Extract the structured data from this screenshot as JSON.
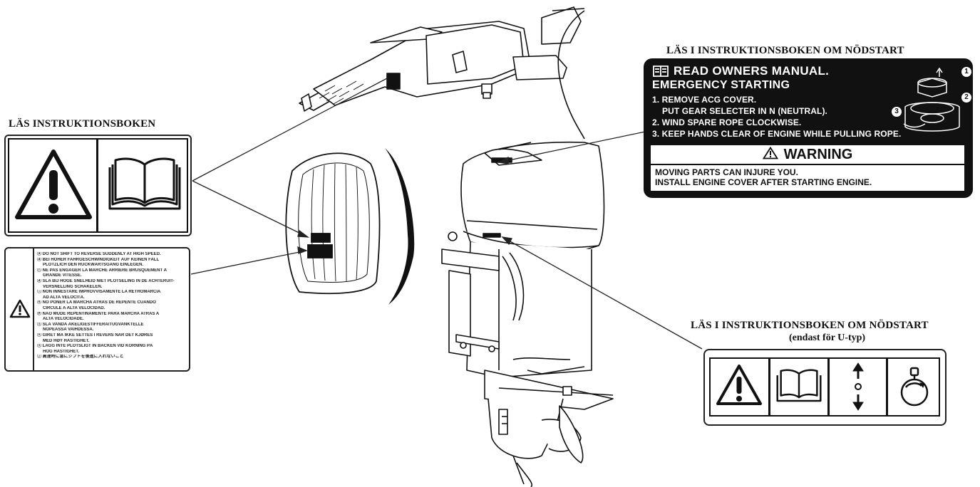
{
  "labels": {
    "left_top_heading": "LÄS INSTRUKTIONSBOKEN",
    "right_top_heading": "LÄS I INSTRUKTIONSBOKEN OM NÖDSTART",
    "right_bottom_heading": "LÄS I INSTRUKTIONSBOKEN OM NÖDSTART",
    "right_bottom_subheading": "(endast för U-typ)"
  },
  "emergency_label": {
    "title": "READ OWNERS MANUAL.",
    "subtitle": "EMERGENCY STARTING",
    "steps": [
      "1. REMOVE ACG COVER.",
      "PUT GEAR SELECTER IN N (NEUTRAL).",
      "2. WIND SPARE ROPE CLOCKWISE.",
      "3. KEEP HANDS CLEAR OF ENGINE WHILE PULLING ROPE."
    ],
    "callouts": [
      "1",
      "2",
      "3"
    ],
    "warning_title": "WARNING",
    "warning_lines": [
      "MOVING PARTS CAN INJURE YOU.",
      "INSTALL ENGINE COVER AFTER STARTING ENGINE."
    ]
  },
  "multilingual_label": {
    "lines": [
      "ⓐ DO NOT SHIFT TO REVERSE SUDDENLY AT HIGH SPEED.",
      "ⓓ BEI HOHER FAHRGESCHWINDIGKEIT AUF KEINEN FALL",
      "PLÖTZLICH DEN RÜCKWÄRTSGANG EINLEGEN.",
      "ⓕ NE PAS ENGAGER LA MARCHE ARRIÈRE BRUSQUEMENT A",
      "GRANDE VITESSE.",
      "ⓓ SLA BIJ HOGE SNELHEID NIET PLOTSELING IN DE ACHTERUIT-",
      "VERSNELLING SCHAKELEN.",
      "ⓘ NON INNESTARE IMPROVVISAMENTE LA RETROMARCIA",
      "AD ALTA VELOCITÀ.",
      "ⓔ NO PONER LA MARCHA ATRÁS DE REPENTE CUANDO",
      "CIRCULE A ALTA VELOCIDAD.",
      "ⓟ NÃO MUDE REPENTINAMENTE PARA MARCHA ATRÁS A",
      "ALTA VELOCIDADE.",
      "ⓢ SLÅ VANDA ÅKELIGESTIFFERA/TUGVANKTELLE",
      "NOPEASSA VAIHDESSA.",
      "ⓝ GIRET MÅ IKKE SETTES I REVERS NÅR DET KJØRES",
      "MED HØY HASTIGHET.",
      "ⓢ LÄGG INTE PLÖTSLIGT IN BACKEN VID KÖRNING PÅ",
      "HÖG HASTIGHET.",
      "ⓙ 高速時に急にシフトを後進に入れないこと"
    ]
  },
  "colors": {
    "ink": "#111111",
    "paper": "#ffffff"
  }
}
